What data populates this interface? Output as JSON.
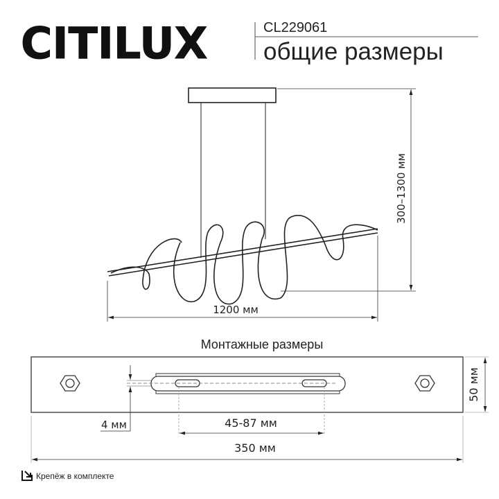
{
  "header": {
    "brand": "CITILUX",
    "model": "CL229061",
    "subtitle": "общие размеры"
  },
  "overall_drawing": {
    "height_dimension": "300–1300 мм",
    "width_dimension": "1200 мм"
  },
  "mounting": {
    "title": "Монтажные размеры",
    "offset_dimension": "4 мм",
    "hole_spacing_dimension": "45-87 мм",
    "length_dimension": "350 мм",
    "width_dimension": "50 мм"
  },
  "footer": {
    "icon": "mounting-kit-icon",
    "text": "Крепёж в комплекте"
  }
}
